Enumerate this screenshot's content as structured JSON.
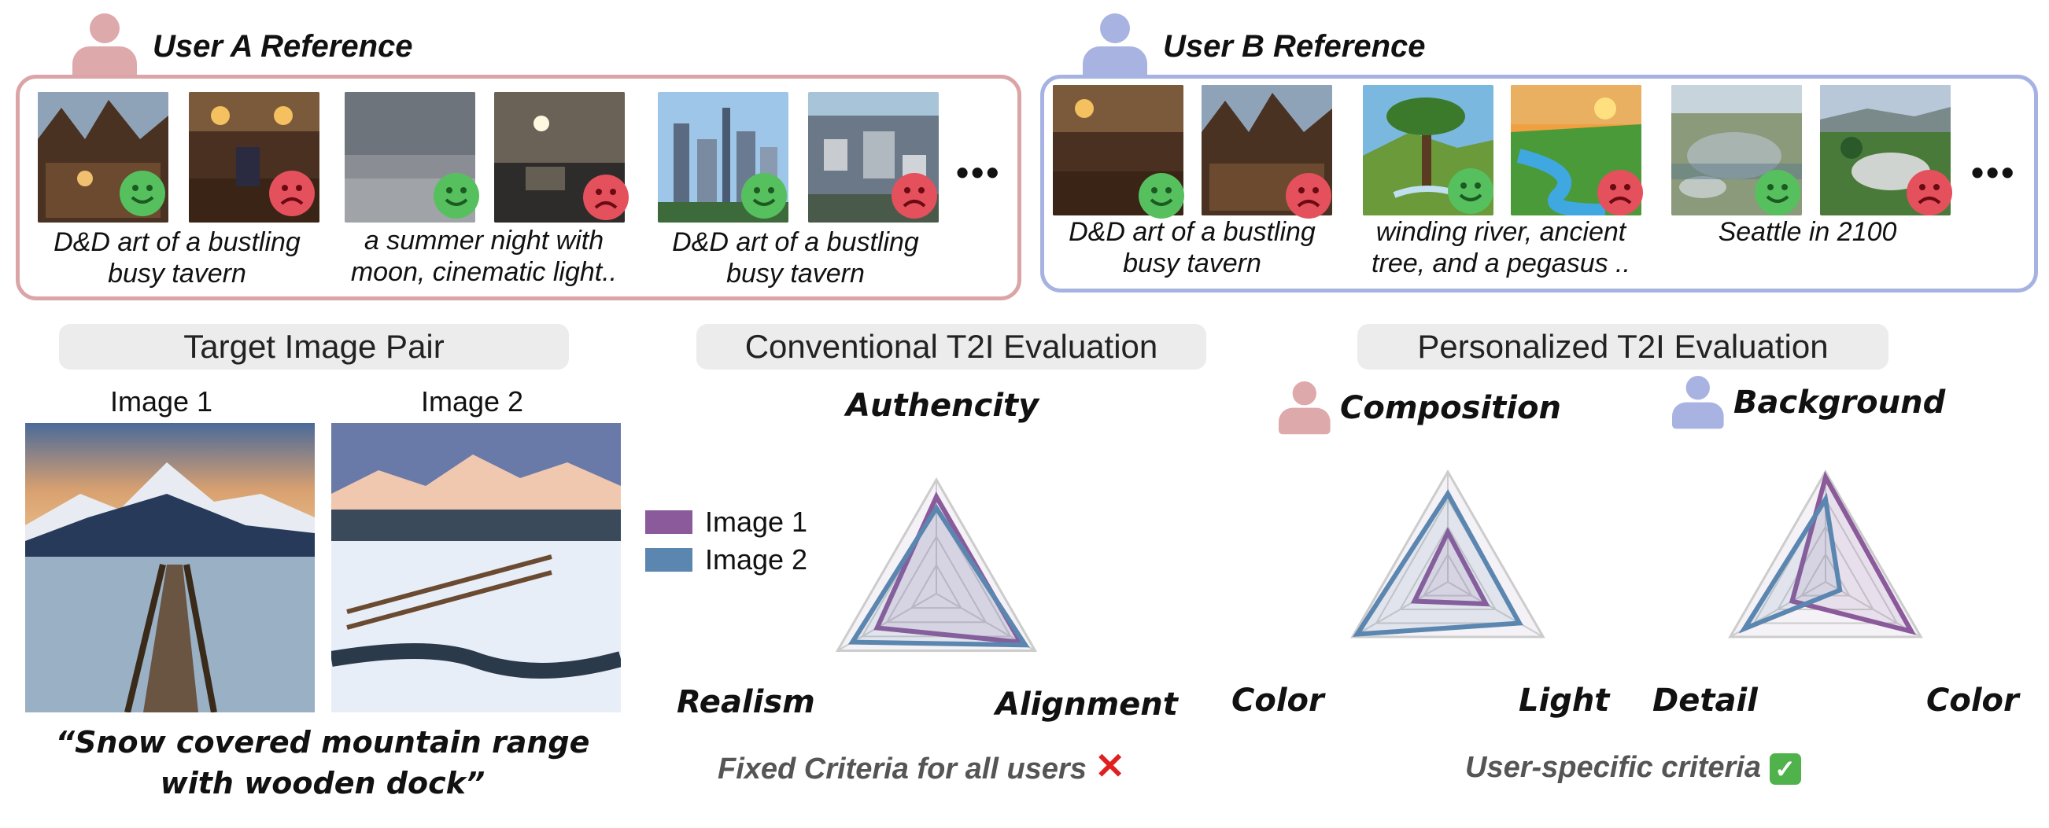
{
  "user_a": {
    "title": "User A Reference",
    "color": "#dba5a7",
    "captions": [
      "D&D art of a bustling busy tavern",
      "a summer night with moon, cinematic light..",
      "D&D art of a bustling busy tavern"
    ],
    "more": "•••"
  },
  "user_b": {
    "title": "User B Reference",
    "color": "#a6b2e2",
    "captions": [
      "D&D art of a bustling busy tavern",
      "winding river, ancient tree, and a pegasus ..",
      "Seattle in 2100"
    ],
    "more": "•••"
  },
  "target": {
    "heading": "Target Image Pair",
    "image1_label": "Image 1",
    "image2_label": "Image 2",
    "prompt": "“Snow covered mountain range with wooden dock”"
  },
  "conventional": {
    "heading": "Conventional T2I Evaluation",
    "note": "Fixed Criteria for all users",
    "note_icon": "✕"
  },
  "personalized": {
    "heading": "Personalized T2I Evaluation",
    "note": "User-specific criteria",
    "note_icon": "✓"
  },
  "legend": {
    "image1": "Image 1",
    "image2": "Image 2"
  },
  "colors": {
    "image1": "#8a5a9a",
    "image2": "#5b86b0",
    "grid": "#cccccc",
    "fill": "#d8cde3"
  },
  "chart_data": [
    {
      "type": "radar",
      "title": "",
      "axes": [
        "Authencity",
        "Alignment",
        "Realism"
      ],
      "series": [
        {
          "name": "Image 1",
          "values": [
            0.85,
            0.85,
            0.6
          ]
        },
        {
          "name": "Image 2",
          "values": [
            0.75,
            0.9,
            0.85
          ]
        }
      ],
      "range": [
        0,
        1
      ]
    },
    {
      "type": "radar",
      "title": "Composition",
      "axes": [
        "Composition",
        "Light",
        "Color"
      ],
      "series": [
        {
          "name": "Image 1",
          "values": [
            0.45,
            0.4,
            0.35
          ]
        },
        {
          "name": "Image 2",
          "values": [
            0.8,
            0.75,
            0.95
          ]
        }
      ],
      "range": [
        0,
        1
      ]
    },
    {
      "type": "radar",
      "title": "Background",
      "axes": [
        "Background",
        "Color",
        "Detail"
      ],
      "series": [
        {
          "name": "Image 1",
          "values": [
            0.95,
            0.9,
            0.35
          ]
        },
        {
          "name": "Image 2",
          "values": [
            0.75,
            0.15,
            0.85
          ]
        }
      ],
      "range": [
        0,
        1
      ]
    }
  ]
}
